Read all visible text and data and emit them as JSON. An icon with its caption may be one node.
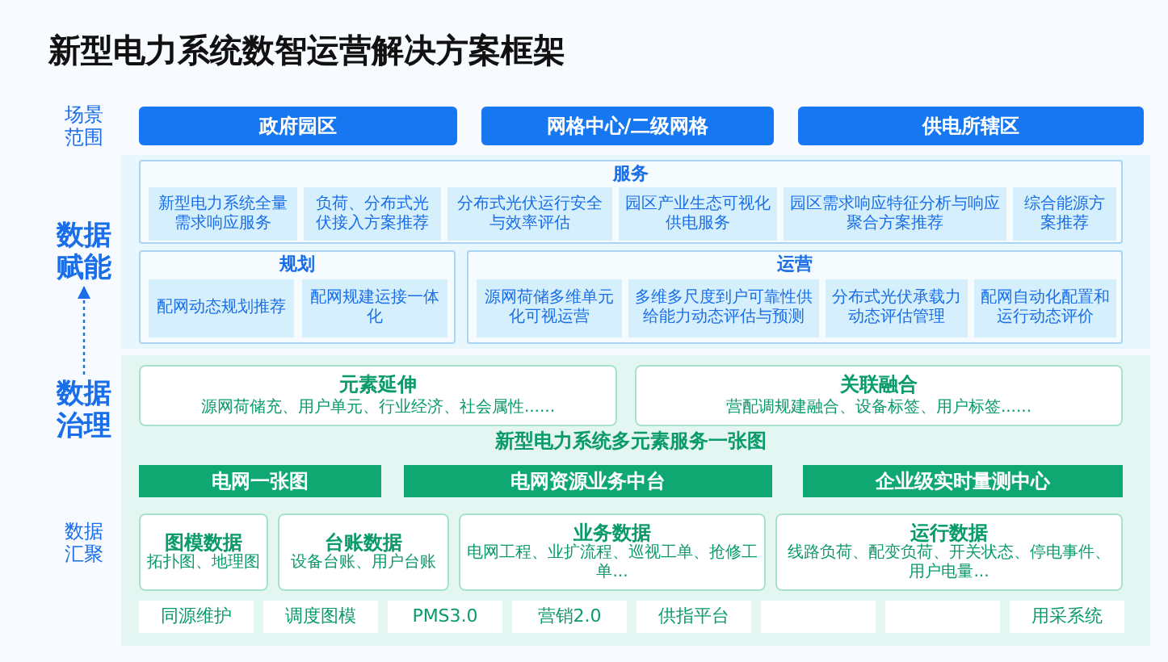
{
  "diagram": {
    "title": "新型电力系统数智运营解决方案框架",
    "nodes": [
      {
        "text": [
          "政府园区"
        ]
      },
      {
        "text": [
          "网格中心/二级网格"
        ]
      },
      {
        "text": [
          "供电所辖区"
        ]
      },
      {
        "text": [
          "数据赋能"
        ]
      },
      {
        "text": [
          "服务"
        ]
      },
      {
        "text": [
          "新型电力系统全量需求响应服务"
        ],
        "in": 4
      },
      {
        "text": [
          "负荷、分布式光伏接入方案推荐"
        ],
        "in": 4
      },
      {
        "text": [
          "分布式光伏运行安全与效率评估"
        ],
        "in": 4
      },
      {
        "text": [
          "园区产业生态可视化供电服务"
        ],
        "in": 4
      },
      {
        "text": [
          "园区需求响应特征分析与响应聚合方案推荐"
        ],
        "in": 4
      },
      {
        "text": [
          "综合能源方案推荐"
        ],
        "in": 4
      },
      {
        "text": [
          "规划"
        ]
      },
      {
        "text": [
          "配网动态规划推荐"
        ],
        "in": 11
      },
      {
        "text": [
          "配网规建运接一体化"
        ],
        "in": 11
      },
      {
        "text": [
          "运营"
        ]
      },
      {
        "text": [
          "源网荷储多维单元化可视运营"
        ],
        "in": 14
      },
      {
        "text": [
          "多维多尺度到户可靠性供给能力动态评估与预测"
        ],
        "in": 14
      },
      {
        "text": [
          "分布式光伏承载力动态评估管理"
        ],
        "in": 14
      },
      {
        "text": [
          "配网自动化配置和运行动态评价"
        ],
        "in": 14
      },
      {
        "text": [
          "数据治理"
        ]
      },
      {
        "text": [
          "元素延伸",
          "源网荷储充、用户单元、行业经济、社会属性......"
        ]
      },
      {
        "text": [
          "关联融合",
          "营配调规建融合、设备标签、用户标签......"
        ]
      },
      {
        "text": [
          "电网一张图"
        ]
      },
      {
        "text": [
          "电网资源业务中台"
        ]
      },
      {
        "text": [
          "企业级实时量测中心"
        ]
      },
      {
        "text": [
          "图模数据",
          "拓扑图、地理图"
        ]
      },
      {
        "text": [
          "台账数据",
          "设备台账、用户台账"
        ]
      },
      {
        "text": [
          "业务数据",
          "电网工程、业扩流程、巡视工单、抢修工单..."
        ]
      },
      {
        "text": [
          "运行数据",
          "线路负荷、配变负荷、开关状态、停电事件、用户电量..."
        ]
      },
      {
        "text": [
          "同源维护"
        ]
      },
      {
        "text": [
          "调度图模"
        ]
      },
      {
        "text": [
          "PMS3.0"
        ]
      },
      {
        "text": [
          "营销2.0"
        ]
      },
      {
        "text": [
          "供指平台"
        ]
      },
      {
        "text": [],
        "shape": "box"
      },
      {
        "text": [],
        "shape": "box"
      },
      {
        "text": [
          "用采系统"
        ]
      }
    ],
    "edges": [
      {
        "from": 19,
        "to": 3,
        "arrow": "to",
        "style": "dashed"
      }
    ],
    "labels": [
      "场景范围",
      "新型电力系统多元素服务一张图",
      "数据汇聚"
    ]
  }
}
